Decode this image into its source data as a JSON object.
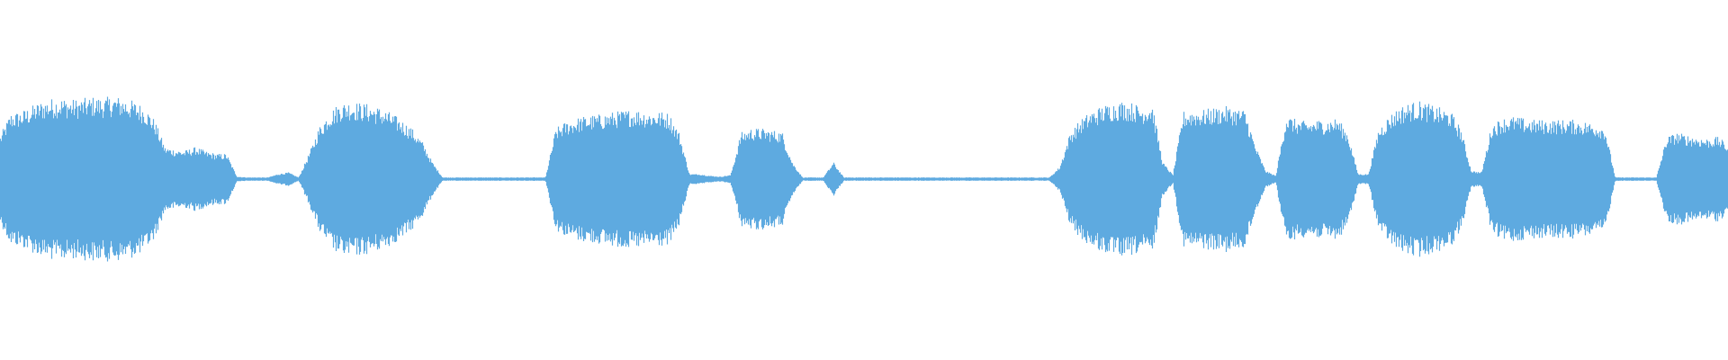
{
  "waveform": {
    "color": "#5eaae0",
    "background": "#ffffff",
    "amplitude_envelope": [
      0.52,
      0.78,
      0.8,
      0.86,
      0.92,
      0.95,
      0.96,
      0.94,
      0.95,
      0.97,
      0.96,
      0.98,
      0.96,
      0.92,
      0.86,
      0.7,
      0.38,
      0.35,
      0.34,
      0.38,
      0.33,
      0.3,
      0.3,
      0.03,
      0.02,
      0.02,
      0.02,
      0.06,
      0.08,
      0.02,
      0.3,
      0.62,
      0.8,
      0.9,
      0.92,
      0.9,
      0.88,
      0.84,
      0.78,
      0.7,
      0.6,
      0.45,
      0.2,
      0.02,
      0.02,
      0.02,
      0.02,
      0.02,
      0.02,
      0.02,
      0.02,
      0.02,
      0.02,
      0.02,
      0.6,
      0.68,
      0.72,
      0.75,
      0.76,
      0.78,
      0.8,
      0.82,
      0.82,
      0.8,
      0.8,
      0.78,
      0.55,
      0.06,
      0.06,
      0.04,
      0.03,
      0.05,
      0.55,
      0.6,
      0.6,
      0.58,
      0.56,
      0.2,
      0.02,
      0.02,
      0.02,
      0.2,
      0.02,
      0.02,
      0.02,
      0.02,
      0.02,
      0.02,
      0.02,
      0.02,
      0.02,
      0.02,
      0.02,
      0.02,
      0.02,
      0.02,
      0.02,
      0.02,
      0.02,
      0.02,
      0.02,
      0.02,
      0.02,
      0.15,
      0.55,
      0.7,
      0.8,
      0.86,
      0.9,
      0.92,
      0.9,
      0.86,
      0.9,
      0.2,
      0.05,
      0.8,
      0.82,
      0.82,
      0.84,
      0.86,
      0.84,
      0.82,
      0.4,
      0.1,
      0.04,
      0.76,
      0.7,
      0.68,
      0.7,
      0.7,
      0.72,
      0.55,
      0.06,
      0.06,
      0.6,
      0.75,
      0.85,
      0.9,
      0.92,
      0.88,
      0.84,
      0.8,
      0.6,
      0.1,
      0.08,
      0.65,
      0.72,
      0.74,
      0.72,
      0.7,
      0.7,
      0.7,
      0.7,
      0.7,
      0.68,
      0.66,
      0.62,
      0.02,
      0.02,
      0.02,
      0.02,
      0.02,
      0.5,
      0.55,
      0.52,
      0.5,
      0.48,
      0.5,
      0.4
    ]
  }
}
